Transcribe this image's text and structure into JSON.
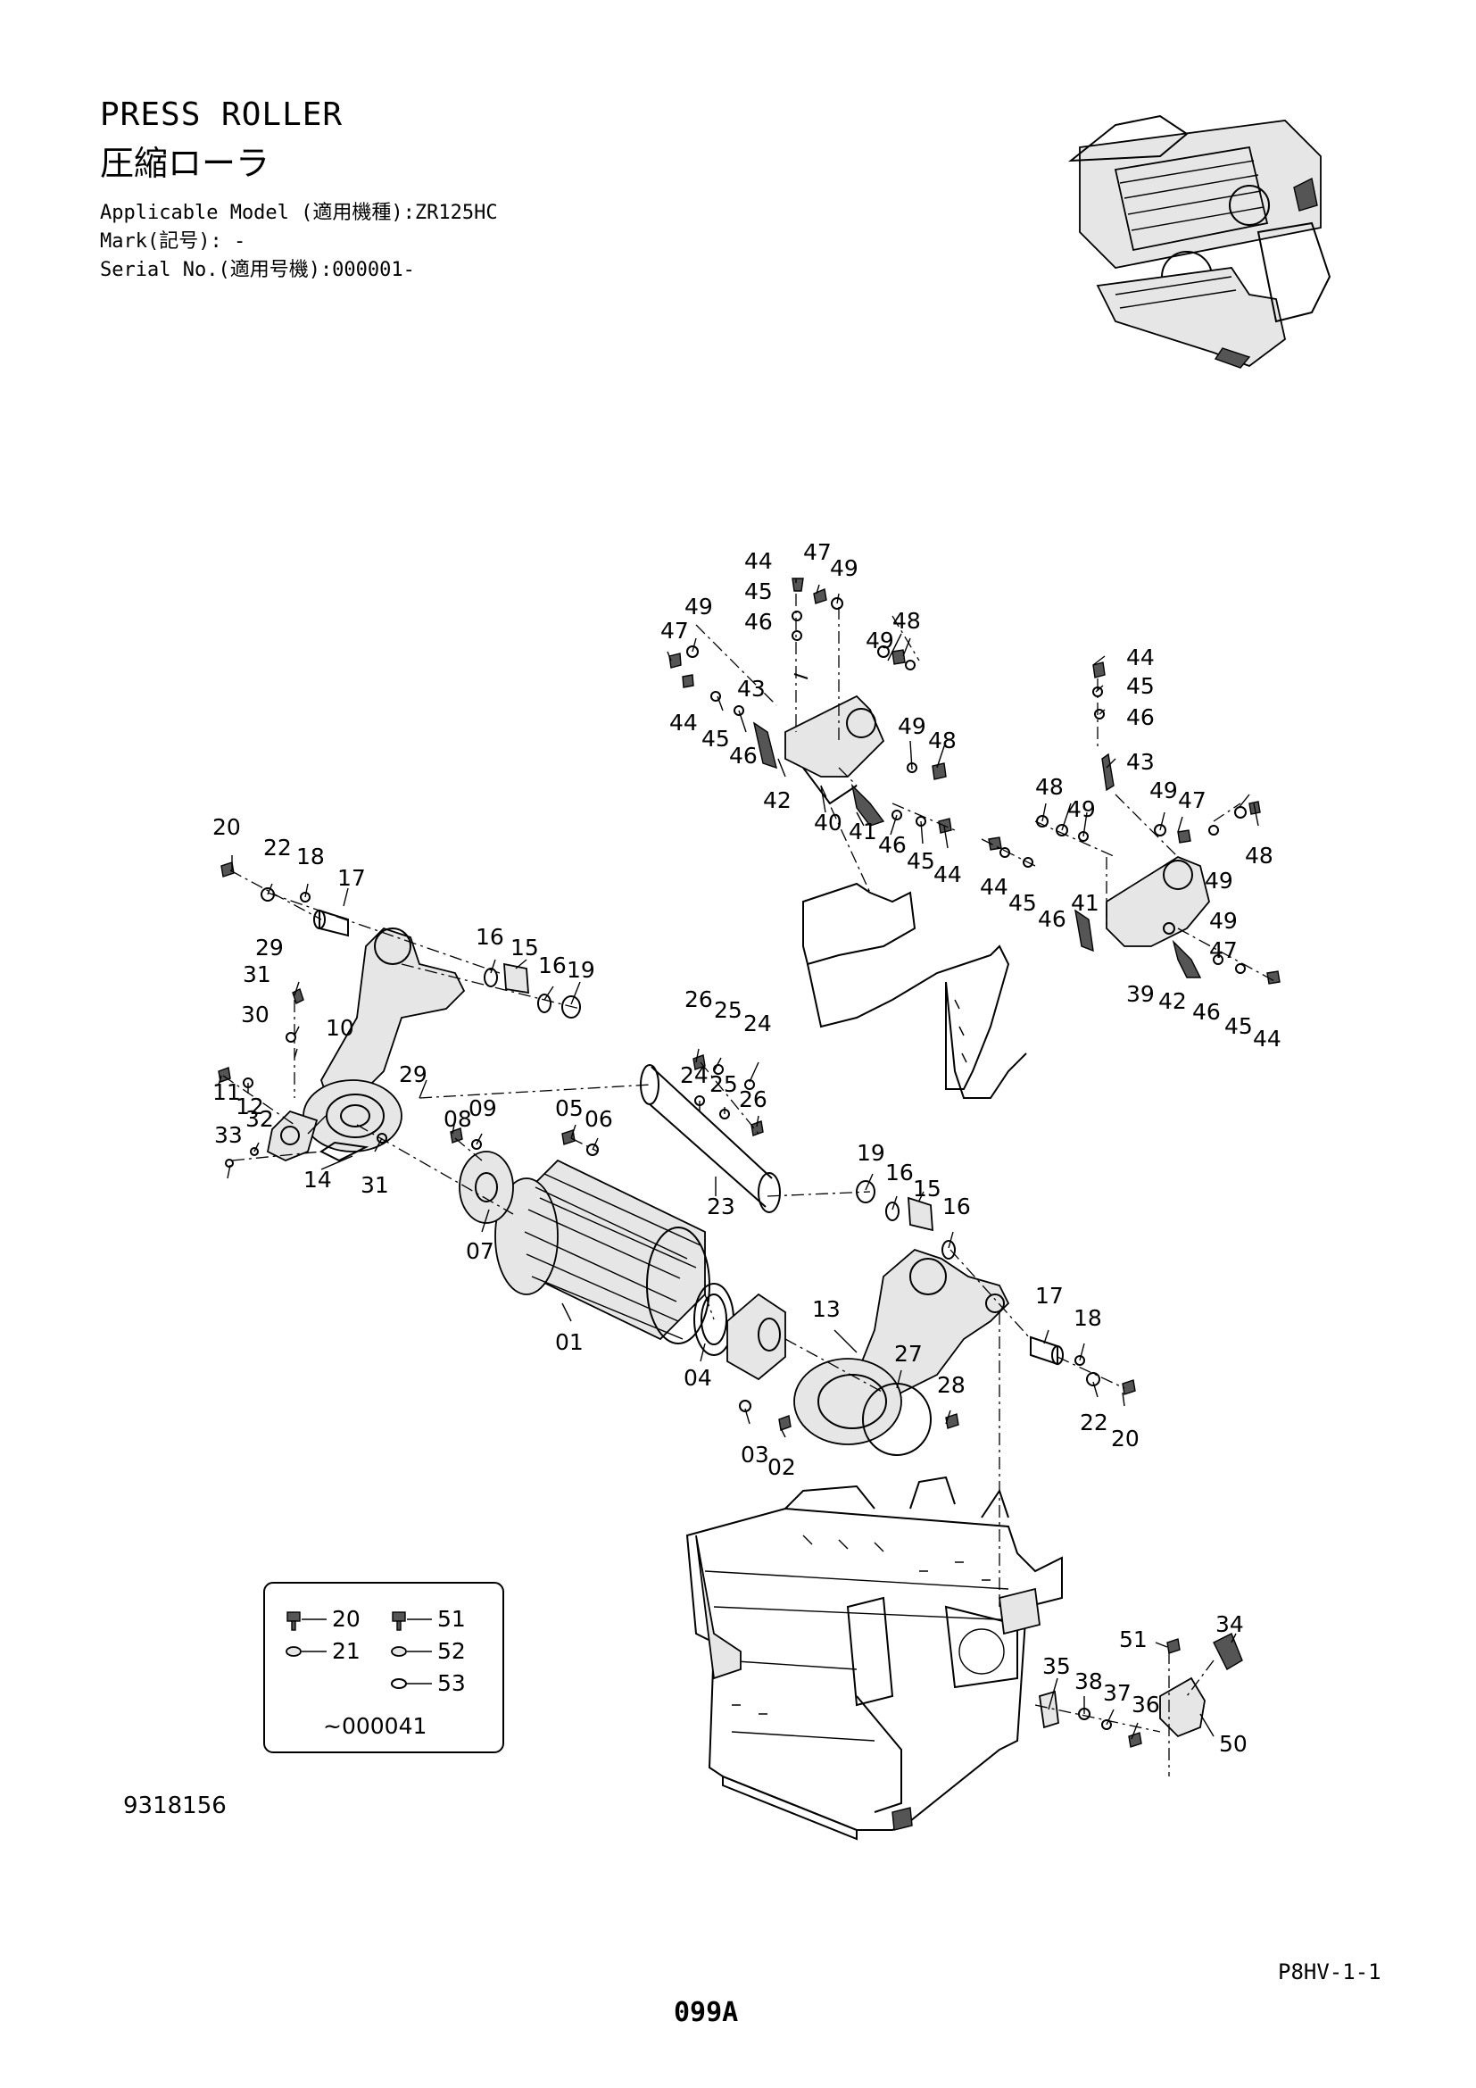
{
  "header": {
    "title": "PRESS ROLLER",
    "title_jp": "圧縮ローラ",
    "applicable_model": "Applicable Model (適用機種):ZR125HC",
    "mark": "Mark(記号): -",
    "serial_no": "Serial No.(適用号機):000001-"
  },
  "callouts": {
    "c44a": "44",
    "c47a": "47",
    "c49a": "49",
    "c45a": "45",
    "c46a": "46",
    "c49b": "49",
    "c47b": "47",
    "c49c": "49",
    "c48a": "48",
    "c43a": "43",
    "c44b": "44",
    "c45b": "45",
    "c46b": "46",
    "c49d": "49",
    "c48b": "48",
    "c42a": "42",
    "c40": "40",
    "c41a": "41",
    "c46c": "46",
    "c45c": "45",
    "c44c": "44",
    "c44d": "44",
    "c45d": "45",
    "c46d": "46",
    "c43b": "43",
    "c48c": "48",
    "c49e": "49",
    "c49f": "49",
    "c47c": "47",
    "c48d": "48",
    "c44e": "44",
    "c45e": "45",
    "c46e": "46",
    "c41b": "41",
    "c49g": "49",
    "c49h": "49",
    "c47d": "47",
    "c39": "39",
    "c42b": "42",
    "c46f": "46",
    "c45f": "45",
    "c44f": "44",
    "c20a": "20",
    "c22a": "22",
    "c18a": "18",
    "c17a": "17",
    "c16a": "16",
    "c15a": "15",
    "c16b": "16",
    "c19a": "19",
    "c29a": "29",
    "c31a": "31",
    "c30": "30",
    "c10": "10",
    "c11": "11",
    "c12": "12",
    "c33": "33",
    "c32": "32",
    "c14": "14",
    "c31b": "31",
    "c29b": "29",
    "c08": "08",
    "c09": "09",
    "c05": "05",
    "c06": "06",
    "c26a": "26",
    "c25a": "25",
    "c24a": "24",
    "c24b": "24",
    "c25b": "25",
    "c26b": "26",
    "c23": "23",
    "c07": "07",
    "c01": "01",
    "c04": "04",
    "c03": "03",
    "c02": "02",
    "c19b": "19",
    "c16c": "16",
    "c15b": "15",
    "c16d": "16",
    "c13": "13",
    "c27": "27",
    "c28": "28",
    "c17b": "17",
    "c18b": "18",
    "c22b": "22",
    "c20b": "20",
    "c51": "51",
    "c34": "34",
    "c35": "35",
    "c38": "38",
    "c37": "37",
    "c36": "36",
    "c50": "50"
  },
  "legend": {
    "items": [
      "20",
      "21",
      "51",
      "52",
      "53"
    ],
    "serial_range": "~000041"
  },
  "footer": {
    "reference": "9318156",
    "page_code": "P8HV-1-1",
    "page_number": "099A"
  }
}
